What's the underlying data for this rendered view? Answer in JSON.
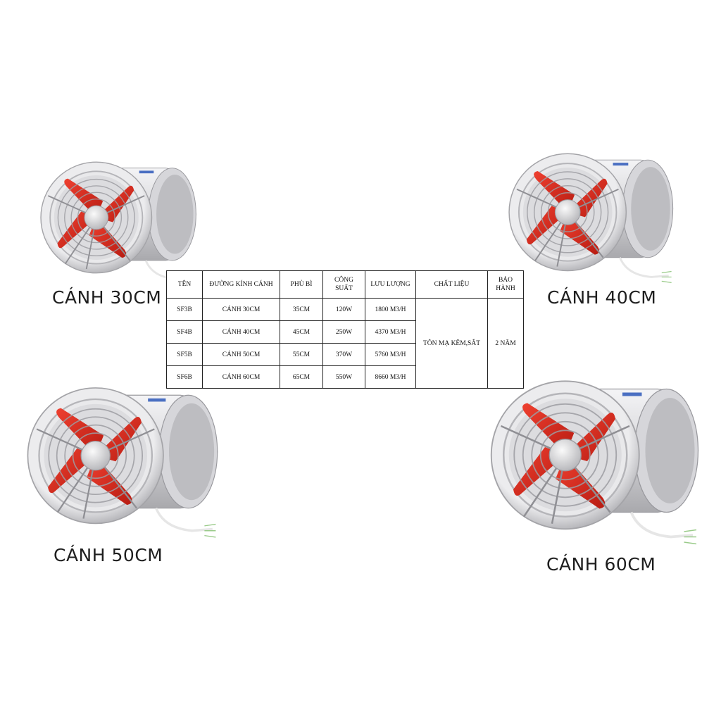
{
  "captions": {
    "fan_30": "CÁNH 30CM",
    "fan_40": "CÁNH 40CM",
    "fan_50": "CÁNH 50CM",
    "fan_60": "CÁNH 60CM"
  },
  "colors": {
    "blade": "#d42a1c",
    "housing": "#cfcfd2",
    "text": "#1e1e1e"
  },
  "table": {
    "headers": {
      "name": "TÊN",
      "diameter": "ĐƯỜNG KÍNH CÁNH",
      "outer": "PHỦ BÌ",
      "power_1": "CÔNG",
      "power_2": "SUẤT",
      "flow": "LƯU LƯỢNG",
      "material": "CHẤT LIỆU",
      "warranty_1": "BẢO",
      "warranty_2": "HÀNH"
    },
    "rows": [
      {
        "name": "SF3B",
        "diameter": "CÁNH 30CM",
        "outer": "35CM",
        "power": "120W",
        "flow": "1800 M3/H"
      },
      {
        "name": "SF4B",
        "diameter": "CÁNH 40CM",
        "outer": "45CM",
        "power": "250W",
        "flow": "4370 M3/H"
      },
      {
        "name": "SF5B",
        "diameter": "CÁNH 50CM",
        "outer": "55CM",
        "power": "370W",
        "flow": "5760 M3/H"
      },
      {
        "name": "SF6B",
        "diameter": "CÁNH 60CM",
        "outer": "65CM",
        "power": "550W",
        "flow": "8660 M3/H"
      }
    ],
    "material": "TÔN MẠ KẼM,SẮT",
    "warranty": "2 NĂM"
  }
}
